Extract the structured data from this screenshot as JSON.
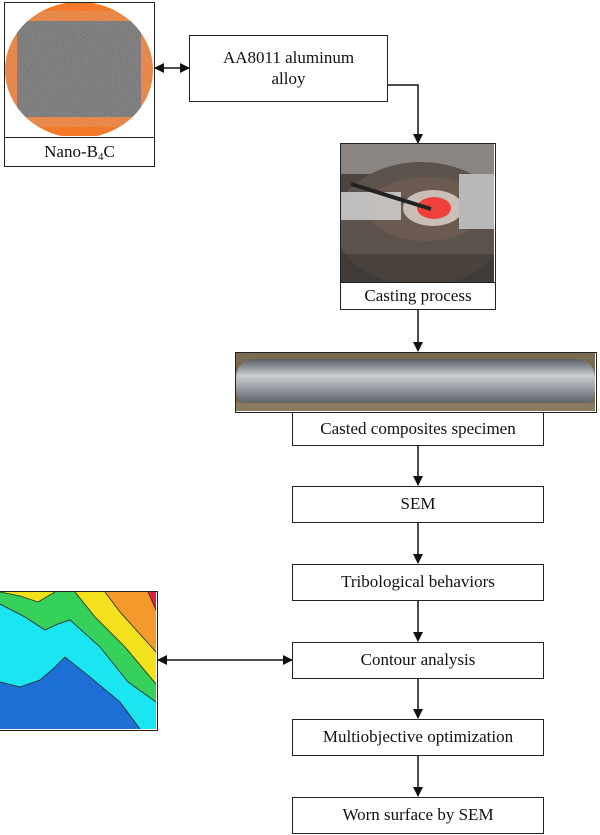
{
  "nodes": {
    "nano_prefix": "Nano-B",
    "nano_sub": "4",
    "nano_suffix": "C",
    "alloy": "AA8011 aluminum alloy",
    "casting": "Casting process",
    "specimen": "Casted composites specimen",
    "sem": "SEM",
    "tribo": "Tribological behaviors",
    "contour": "Contour analysis",
    "optimization": "Multiobjective optimization",
    "worn": "Worn surface by SEM"
  },
  "colors": {
    "powder_orange": "#f47a2a",
    "powder_gray": "#6e6e6e",
    "furnace_glow": "#f0403a",
    "contour_blue": "#1d6fd6",
    "contour_cyan": "#19e6f0",
    "contour_green": "#36d15a",
    "contour_yellow": "#f2e11c",
    "contour_orange": "#f39a2a",
    "contour_red": "#e0203a"
  }
}
